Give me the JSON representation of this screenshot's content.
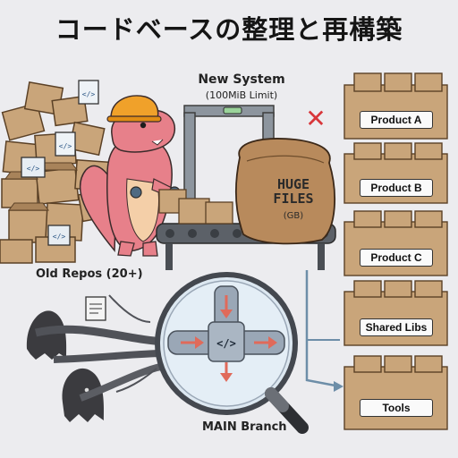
{
  "title": "コードベースの整理と再構築",
  "new_system": {
    "title": "New System",
    "subtitle": "(100MiB Limit)"
  },
  "huge_files": {
    "line1": "HUGE",
    "line2": "FILES",
    "line3": "(GB)"
  },
  "old_repos": "Old Repos (20+)",
  "main_branch": "MAIN Branch",
  "code_glyph": "</>",
  "reject_mark": "✕",
  "destinations": [
    {
      "label": "Product A"
    },
    {
      "label": "Product B"
    },
    {
      "label": "Product C"
    },
    {
      "label": "Shared Libs"
    },
    {
      "label": "Tools"
    }
  ],
  "colors": {
    "box": "#c9a57a",
    "box_dark": "#8e6a43",
    "dino": "#e7808a",
    "dino_belly": "#f4cfa8",
    "helmet": "#f0a12a",
    "reject": "#d8363a",
    "pipe": "#9aa7b6",
    "arrow_red": "#e06a5a",
    "machine": "#8d959e",
    "ghost": "#3b3b3f"
  }
}
